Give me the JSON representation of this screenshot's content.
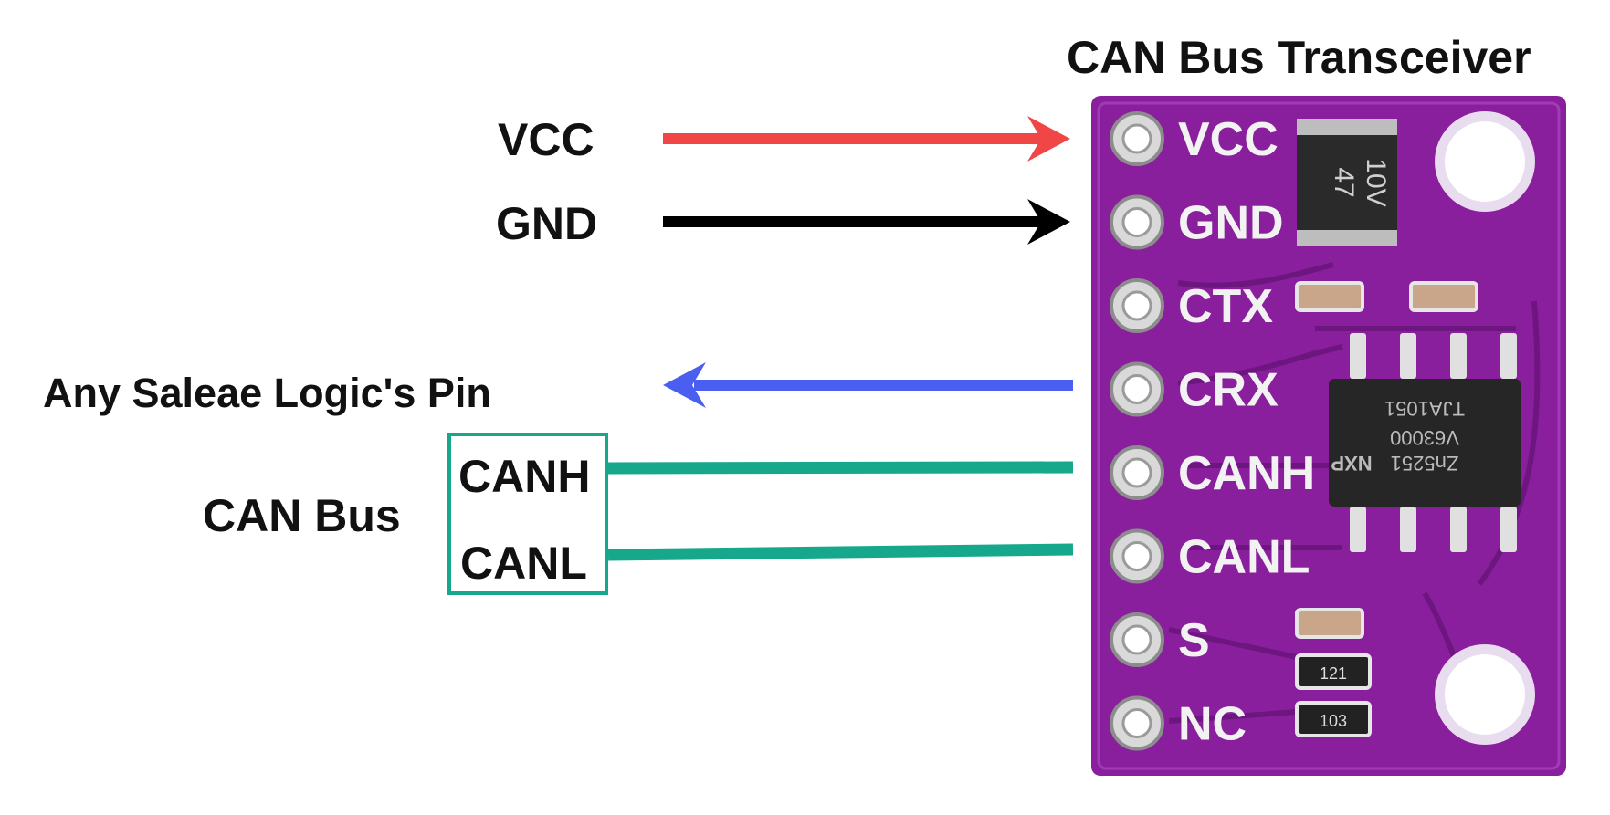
{
  "board": {
    "title": "CAN Bus Transceiver",
    "pins": [
      "VCC",
      "GND",
      "CTX",
      "CRX",
      "CANH",
      "CANL",
      "S",
      "NC"
    ],
    "capacitor": {
      "line1": "47",
      "line2": "10V"
    },
    "chip": {
      "line1": "NXP",
      "line2": "Zn5251",
      "line3": "V63000",
      "line4": "TJA1051"
    },
    "resistors": {
      "r1": "121",
      "r2": "103"
    }
  },
  "labels": {
    "vcc": "VCC",
    "gnd": "GND",
    "saleae": "Any Saleae Logic's Pin",
    "can_bus": "CAN Bus",
    "canh": "CANH",
    "canl": "CANL"
  },
  "colors": {
    "vcc_wire": "#f04646",
    "gnd_wire": "#000000",
    "crx_wire": "#4a5ff0",
    "can_wire": "#17a88c",
    "pcb": "#8a1f9e"
  }
}
